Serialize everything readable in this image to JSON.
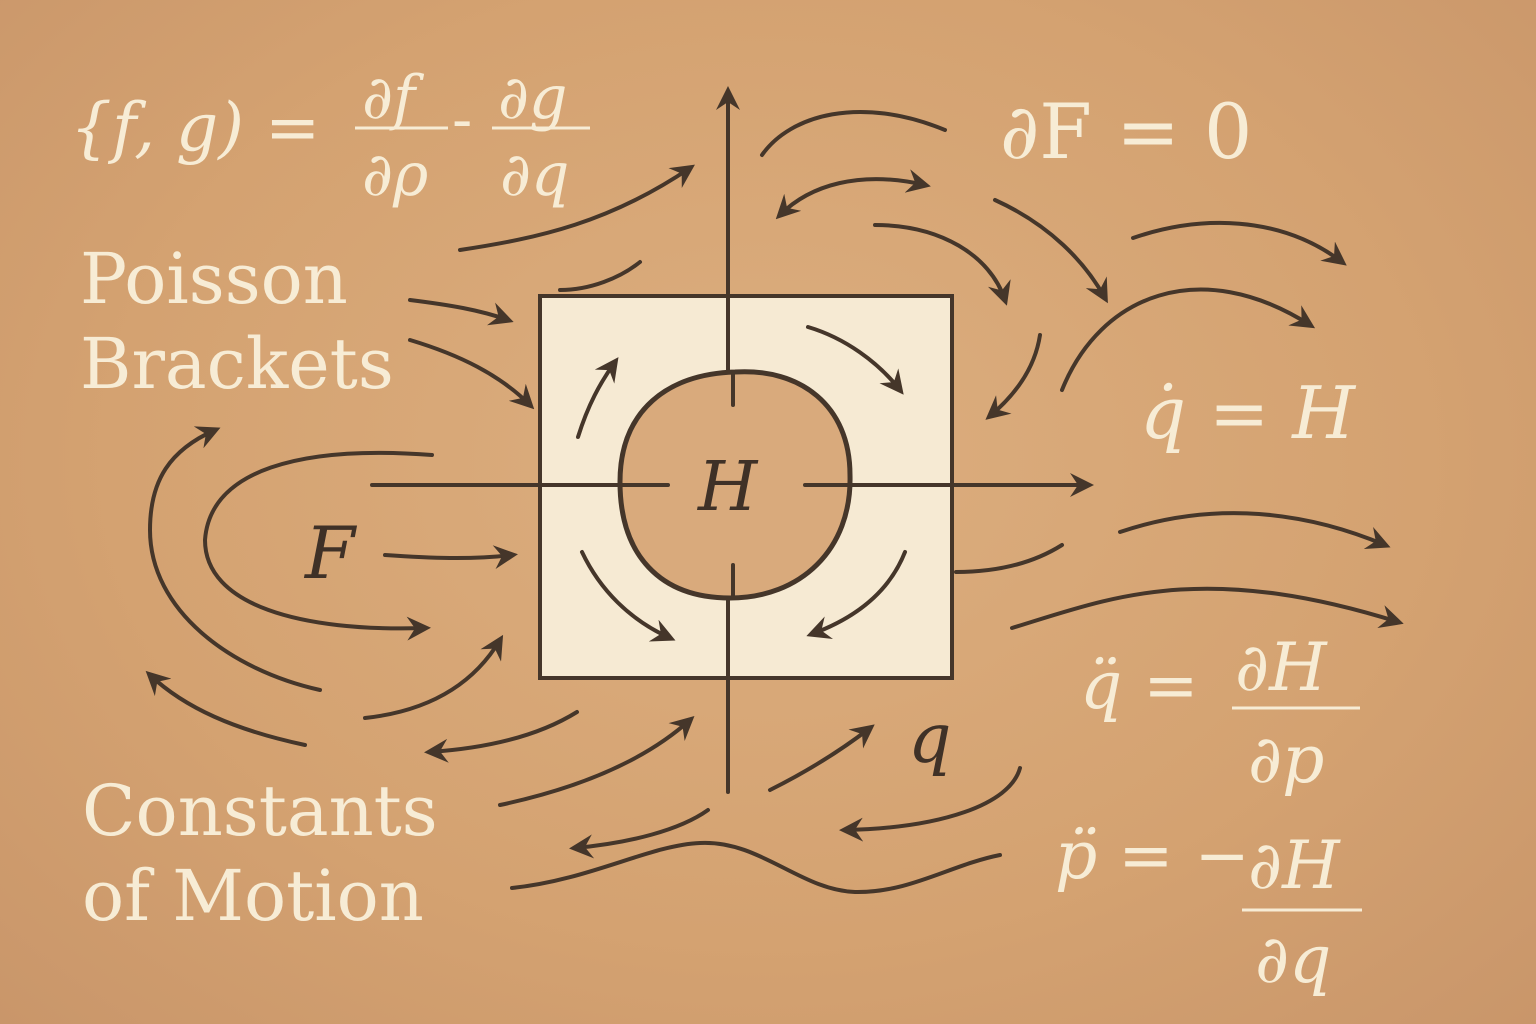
{
  "labels": {
    "poisson_line1": "Poisson",
    "poisson_line2": "Brackets",
    "constants_line1": "Constants",
    "constants_line2": "of Motion",
    "center": "H",
    "left_symbol": "F",
    "bottom_symbol": "q"
  },
  "equations": {
    "bracket_lhs": "{f, g) =",
    "bracket_num1": "∂f",
    "bracket_den1": "∂ρ",
    "bracket_minus": "-",
    "bracket_num2": "∂g",
    "bracket_den2": "∂q",
    "conservation": "∂F = 0",
    "qdot": "q̇ = H",
    "qddot_lhs": "q̈ =",
    "qddot_num": "∂H",
    "qddot_den": "∂p",
    "pddot_lhs": "p̈ = −",
    "pddot_num": "∂H",
    "pddot_den": "∂q"
  },
  "colors": {
    "background": "#d4a271",
    "ink": "#45362a",
    "cream": "#f6ead3"
  }
}
